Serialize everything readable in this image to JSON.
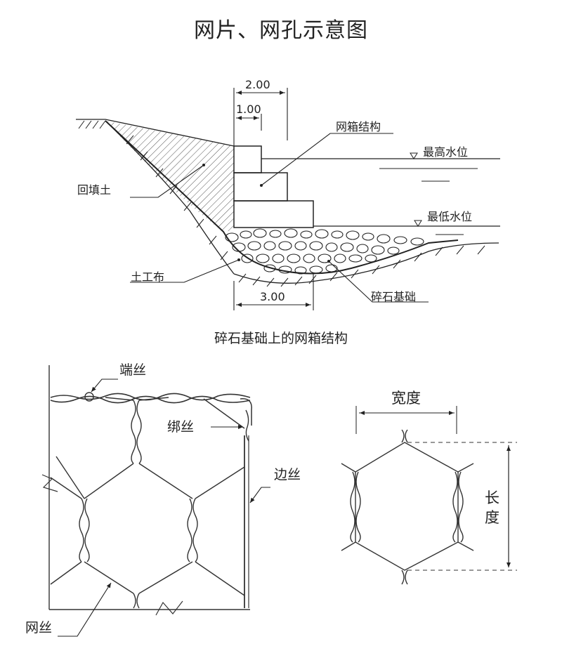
{
  "title": "网片、网孔示意图",
  "top_diagram": {
    "dim_top": "2.00",
    "dim_mid": "1.00",
    "dim_bottom": "3.00",
    "label_gabion": "网箱结构",
    "label_high_water": "最高水位",
    "label_low_water": "最低水位",
    "label_backfill": "回填土",
    "label_geotextile": "土工布",
    "label_gravel_base": "碎石基础",
    "caption": "碎石基础上的网箱结构"
  },
  "bottom_left": {
    "label_end_wire": "端丝",
    "label_binding_wire": "绑丝",
    "label_edge_wire": "边丝",
    "label_mesh_wire": "网丝"
  },
  "bottom_right": {
    "label_width": "宽度",
    "label_length_1": "长",
    "label_length_2": "度"
  }
}
